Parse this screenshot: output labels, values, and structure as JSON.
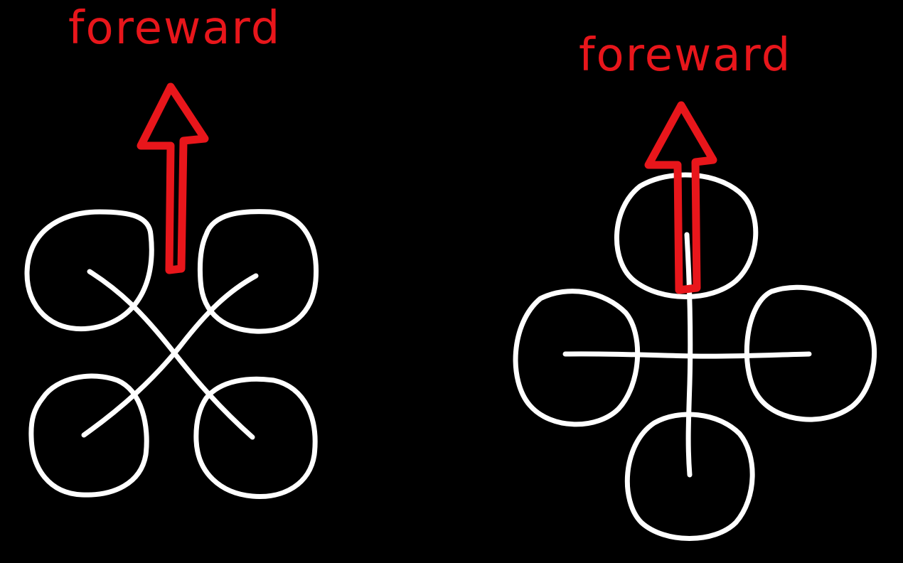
{
  "colors": {
    "background": "#000000",
    "frame": "#FFFFFF",
    "arrow": "#E8161B",
    "text": "#E8161B"
  },
  "diagrams": [
    {
      "configuration": "X",
      "direction_label": "foreward",
      "props": 4
    },
    {
      "configuration": "plus",
      "direction_label": "foreward",
      "props": 4
    }
  ]
}
